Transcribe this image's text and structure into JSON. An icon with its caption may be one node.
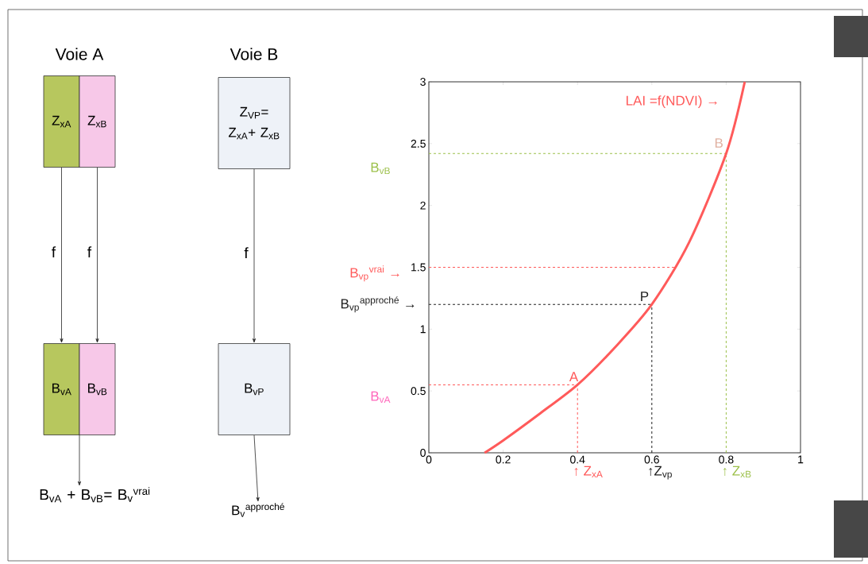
{
  "diagram": {
    "nodes": [
      {
        "text": [
          "Z$_{xA}$"
        ]
      },
      {
        "text": [
          "Z$_{xB}$"
        ]
      },
      {
        "text": [
          "Z$_{VP}$= Z$_{xA}$+ Z$_{xB}$"
        ]
      },
      {
        "text": [
          "B$_{vA}$"
        ]
      },
      {
        "text": [
          "B$_{vB}$"
        ]
      },
      {
        "text": [
          "B$_{vP}$"
        ]
      },
      {
        "text": [
          "B$_{vA}$ + B$_{vB}$= B$_{v}$$^{vrai}$"
        ]
      },
      {
        "text": [
          "B$_{v}$$^{approché}$"
        ]
      }
    ],
    "edges": [
      {
        "from": 0,
        "to": 3,
        "arrow": "to",
        "label": "f"
      },
      {
        "from": 1,
        "to": 4,
        "arrow": "to",
        "label": "f"
      },
      {
        "from": 2,
        "to": 5,
        "arrow": "to",
        "label": "f"
      },
      {
        "from": 3,
        "to": 6,
        "arrow": "to"
      },
      {
        "from": 4,
        "to": 6,
        "arrow": "to"
      },
      {
        "from": 5,
        "to": 7,
        "arrow": "to"
      }
    ],
    "labels": [
      "Voie A",
      "Voie B"
    ],
    "chart_data": {
      "type": "line",
      "x": [
        0.15,
        0.2,
        0.3,
        0.4,
        0.5,
        0.6,
        0.7,
        0.8,
        0.85
      ],
      "series": [
        {
          "color": "#ff5a5a",
          "values": [
            0,
            0.1,
            0.32,
            0.55,
            0.85,
            1.2,
            1.7,
            2.42,
            3.0
          ]
        }
      ],
      "xlim": [
        0,
        1
      ],
      "ylim": [
        0,
        3
      ],
      "xticks": [
        0,
        0.2,
        0.4,
        0.6,
        0.8,
        1
      ],
      "yticks": [
        0,
        0.5,
        1,
        1.5,
        2,
        2.5,
        3
      ],
      "ref_lines": [
        {
          "axis": "y",
          "value": 2.42,
          "color": "#9cc04a"
        },
        {
          "axis": "x",
          "value": 0.8,
          "color": "#9cc04a"
        },
        {
          "axis": "y",
          "value": 1.5,
          "color": "#ff5a5a"
        },
        {
          "axis": "y",
          "value": 1.2,
          "color": "#222222"
        },
        {
          "axis": "x",
          "value": 0.6,
          "color": "#222222"
        },
        {
          "axis": "y",
          "value": 0.55,
          "color": "#ff5a5a"
        },
        {
          "axis": "x",
          "value": 0.4,
          "color": "#ff5a5a"
        }
      ],
      "annotations": [
        "LAI =f(NDVI) →",
        "B",
        "P",
        "A",
        "B$_{vB}$",
        "B$_{vp}$$^{vrai}$ →",
        "B$_{vp}$$^{approché}$ →",
        "B$_{vA}$",
        "↑ Z$_{xA}$",
        "↑Z$_{vp}$",
        "↑ Z$_{xB}$"
      ]
    }
  }
}
